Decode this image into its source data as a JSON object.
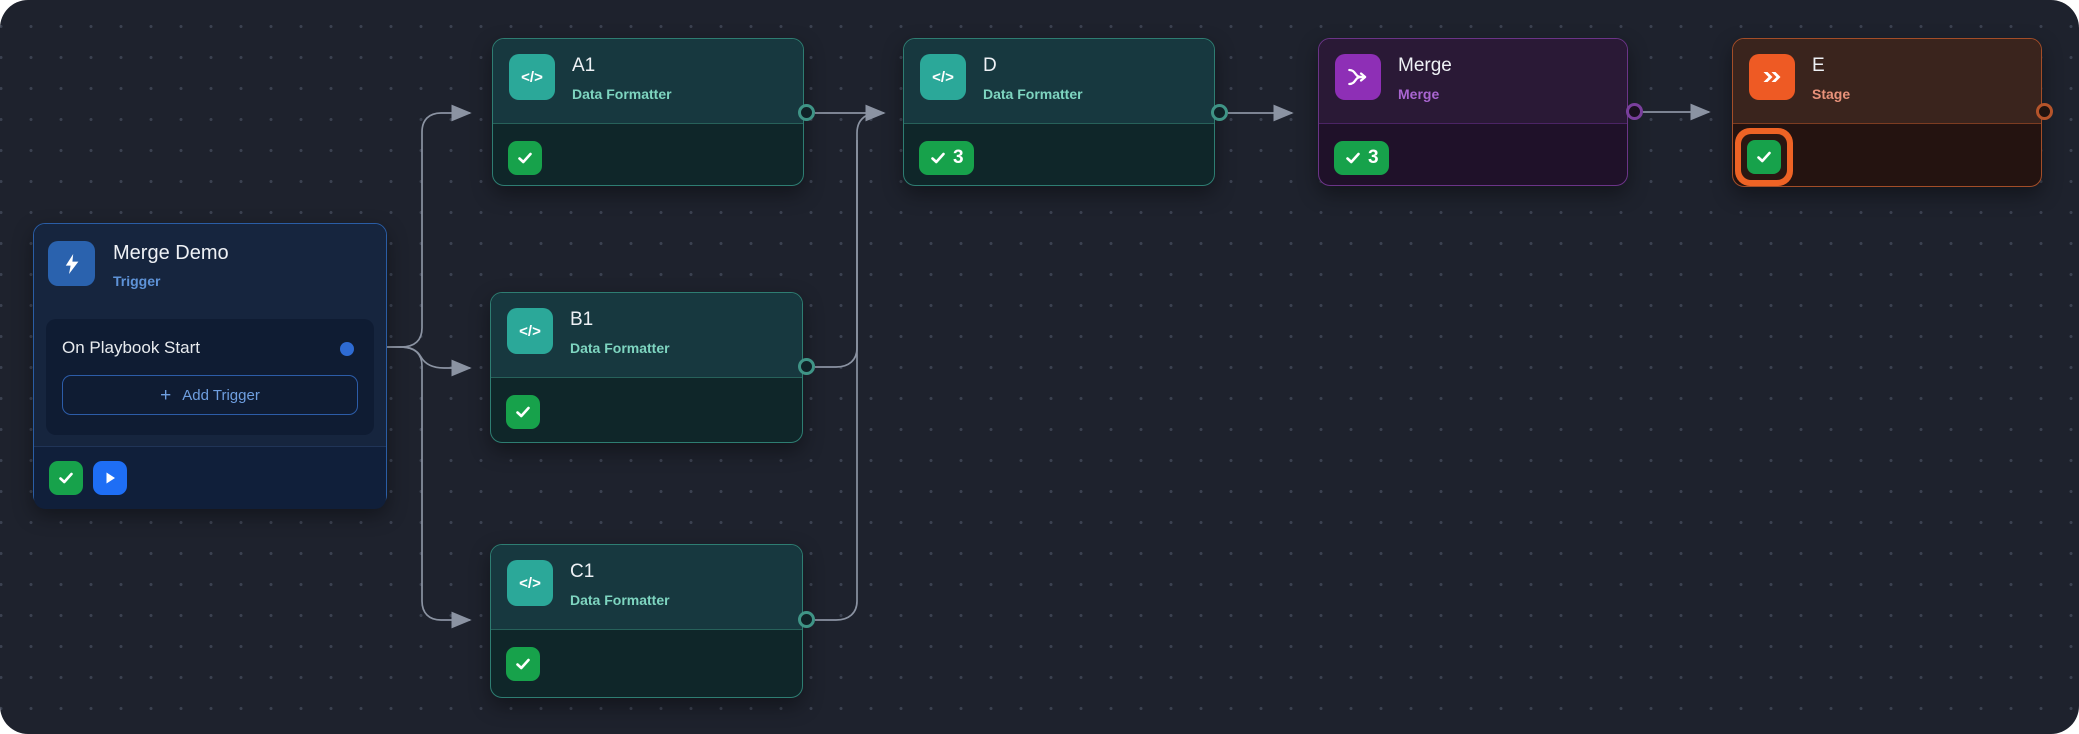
{
  "palette": {
    "canvas_bg": "#1e222d",
    "trigger_accent": "#2a62ae",
    "formatter_accent": "#2ba899",
    "merge_accent": "#8e2fb6",
    "stage_accent": "#ee5a24",
    "success_green": "#17a24b",
    "run_blue": "#1e6ef5",
    "edge_gray": "#8b93a2",
    "selection_orange": "#ee6325"
  },
  "icons": {
    "trigger": "lightning-bolt-icon",
    "formatter": "code-icon",
    "merge": "merge-icon",
    "stage": "double-chevron-icon",
    "status_success": "check-icon",
    "run": "play-icon",
    "code_glyph": "</>",
    "plus_glyph": "+"
  },
  "trigger": {
    "title": "Merge Demo",
    "subtitle": "Trigger",
    "event_label": "On Playbook Start",
    "add_trigger_label": "Add Trigger"
  },
  "nodes": {
    "a1": {
      "title": "A1",
      "subtitle": "Data Formatter",
      "badge_count": ""
    },
    "b1": {
      "title": "B1",
      "subtitle": "Data Formatter",
      "badge_count": ""
    },
    "c1": {
      "title": "C1",
      "subtitle": "Data Formatter",
      "badge_count": ""
    },
    "d": {
      "title": "D",
      "subtitle": "Data Formatter",
      "badge_count": "3"
    },
    "merge": {
      "title": "Merge",
      "subtitle": "Merge",
      "badge_count": "3"
    },
    "e": {
      "title": "E",
      "subtitle": "Stage",
      "badge_count": ""
    }
  },
  "connections": [
    {
      "from": "trigger",
      "to": "a1"
    },
    {
      "from": "trigger",
      "to": "b1"
    },
    {
      "from": "trigger",
      "to": "c1"
    },
    {
      "from": "a1",
      "to": "d"
    },
    {
      "from": "b1",
      "to": "d"
    },
    {
      "from": "c1",
      "to": "d"
    },
    {
      "from": "d",
      "to": "merge"
    },
    {
      "from": "merge",
      "to": "e"
    }
  ]
}
